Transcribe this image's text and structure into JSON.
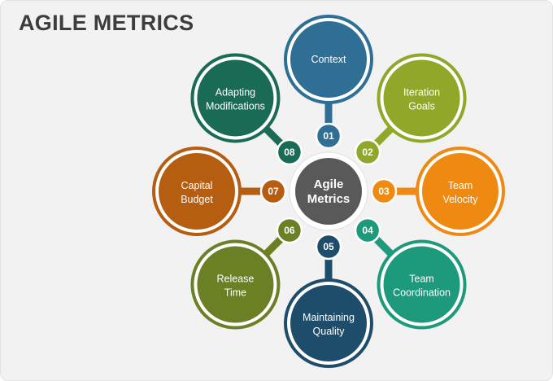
{
  "title": "AGILE METRICS",
  "center": {
    "line1": "Agile",
    "line2": "Metrics",
    "color": "#595959"
  },
  "nodes": [
    {
      "num": "01",
      "line1": "Context",
      "line2": "",
      "color": "#2f6f96"
    },
    {
      "num": "02",
      "line1": "Iteration",
      "line2": "Goals",
      "color": "#8fa82a"
    },
    {
      "num": "03",
      "line1": "Team",
      "line2": "Velocity",
      "color": "#ee8a12"
    },
    {
      "num": "04",
      "line1": "Team",
      "line2": "Coordination",
      "color": "#1d9a7c"
    },
    {
      "num": "05",
      "line1": "Maintaining",
      "line2": "Quality",
      "color": "#1e4d6b"
    },
    {
      "num": "06",
      "line1": "Release",
      "line2": "Time",
      "color": "#6b7f25"
    },
    {
      "num": "07",
      "line1": "Capital",
      "line2": "Budget",
      "color": "#b55d10"
    },
    {
      "num": "08",
      "line1": "Adapting",
      "line2": "Modifications",
      "color": "#1a6b55"
    }
  ]
}
